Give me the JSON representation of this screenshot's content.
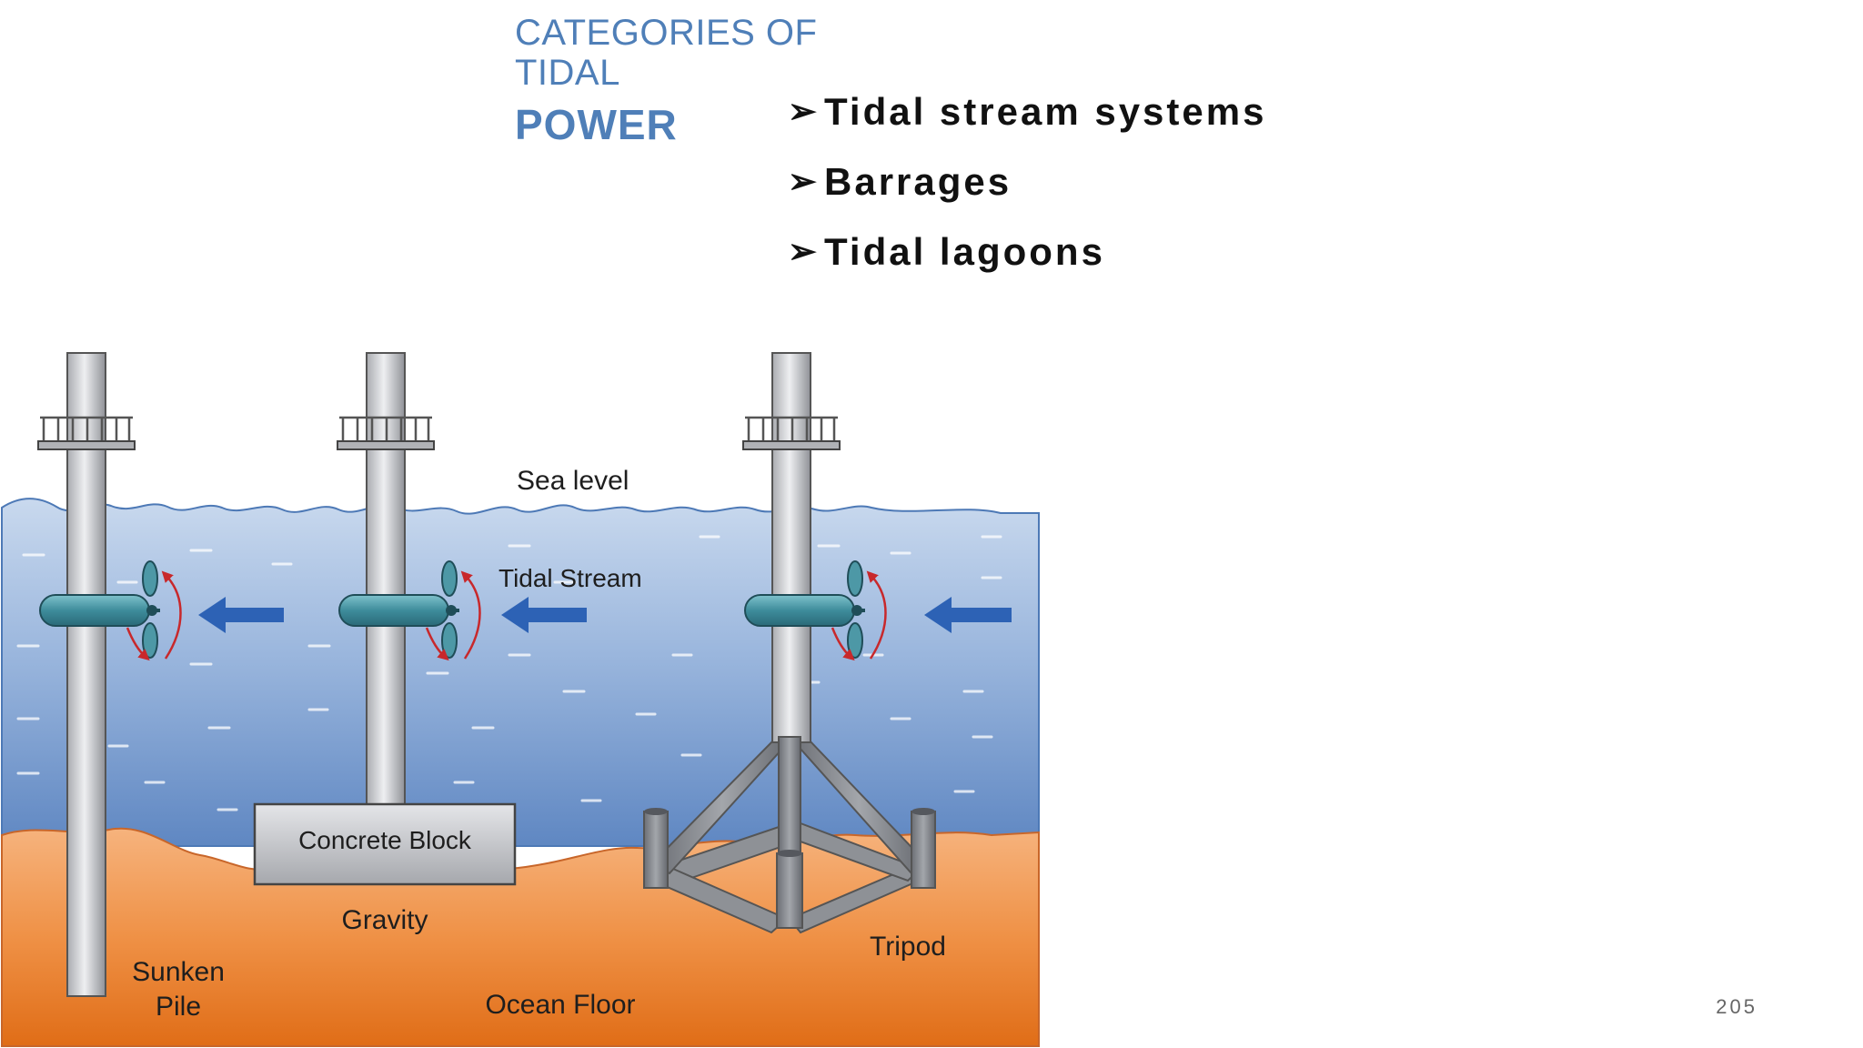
{
  "slide": {
    "title_line1": "CATEGORIES OF TIDAL",
    "title_line2": "POWER",
    "bullet_glyph": "➢",
    "bullets": [
      "Tidal stream systems",
      "Barrages",
      "Tidal lagoons"
    ],
    "page_number": "205"
  },
  "diagram": {
    "labels": {
      "sea_level": "Sea level",
      "tidal_stream": "Tidal Stream",
      "concrete_block": "Concrete Block",
      "gravity": "Gravity",
      "sunken_pile_1": "Sunken",
      "sunken_pile_2": "Pile",
      "ocean_floor": "Ocean Floor",
      "tripod": "Tripod"
    },
    "colors": {
      "water": "#7b9fd0",
      "seabed": "#ed8a3f",
      "flow_arrow": "#2d62b5",
      "rotation_arrow": "#c8282b",
      "turbine": "#4d98a6",
      "structure": "#8d9096"
    }
  }
}
